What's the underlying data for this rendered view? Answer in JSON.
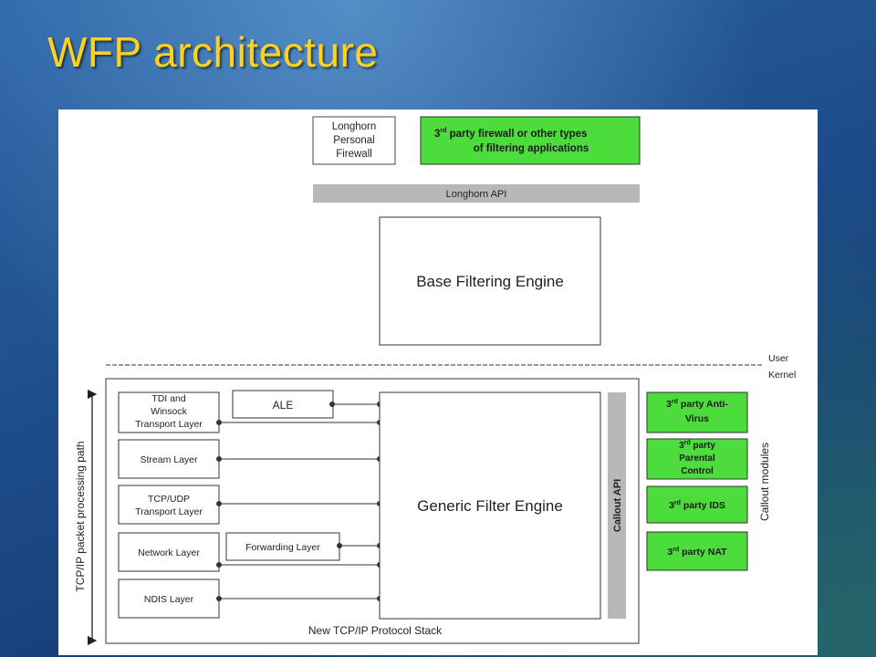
{
  "slide": {
    "title": "WFP architecture"
  },
  "diagram": {
    "top_apps": {
      "longhorn_firewall": [
        "Longhorn",
        "Personal",
        "Firewall"
      ],
      "third_party_app": [
        "party firewall or other types",
        "of filtering applications"
      ],
      "third_party_app_prefix": "3",
      "third_party_app_sup": "rd"
    },
    "longhorn_api": "Longhorn API",
    "base_filtering_engine": "Base Filtering Engine",
    "user_label": "User",
    "kernel_label": "Kernel",
    "layers": {
      "tdi": [
        "TDI and",
        "Winsock",
        "Transport Layer"
      ],
      "ale": "ALE",
      "stream": "Stream Layer",
      "tcp_udp": [
        "TCP/UDP",
        "Transport Layer"
      ],
      "network": "Network Layer",
      "forwarding": "Forwarding Layer",
      "ndis": "NDIS Layer"
    },
    "generic_filter_engine": "Generic Filter Engine",
    "callout_api": "Callout API",
    "callout_modules_label": "Callout modules",
    "callouts": {
      "antivirus": [
        "party Anti-",
        "Virus"
      ],
      "parental": [
        "party",
        "Parental",
        "Control"
      ],
      "ids": "party IDS",
      "nat": "party NAT",
      "prefix": "3",
      "sup": "rd"
    },
    "side_path_label": "TCP/IP packet processing path",
    "stack_label": "New TCP/IP Protocol Stack"
  },
  "colors": {
    "title": "#ffd21f",
    "green_box": "#4cdc3c",
    "api_bar": "#b8b8b8",
    "line": "#333333"
  }
}
